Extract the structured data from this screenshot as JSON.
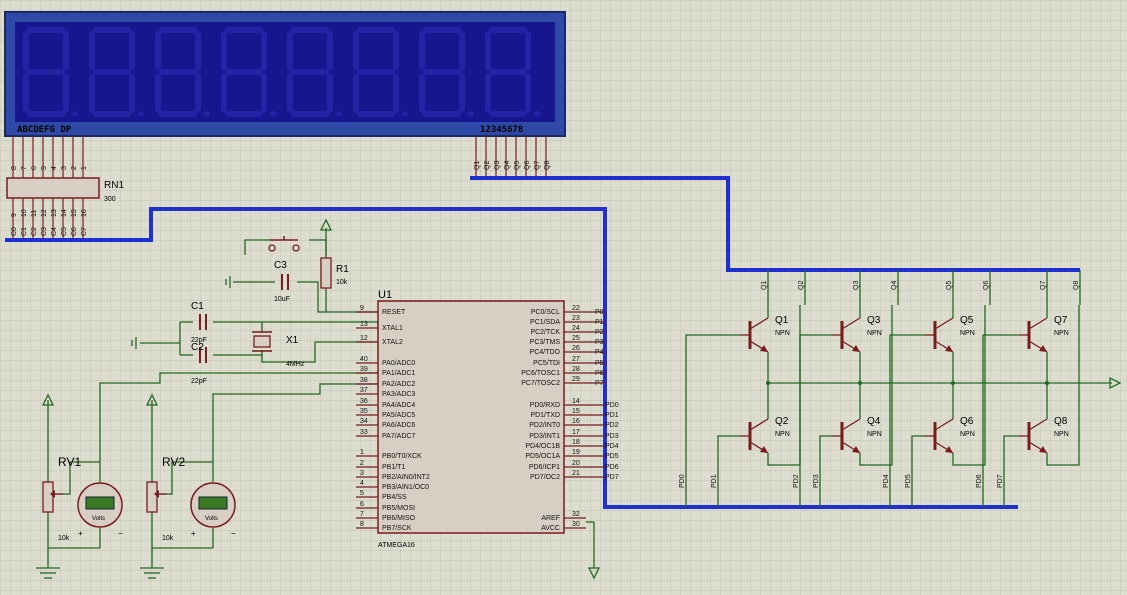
{
  "lcd": {
    "segments_label": "ABCDEFG DP",
    "digits_label": "12345678",
    "seg_pins": [
      "8",
      "7",
      "6",
      "5",
      "4",
      "3",
      "2",
      "1"
    ],
    "digit_pins": [
      "Q1",
      "Q2",
      "Q3",
      "Q4",
      "Q5",
      "Q6",
      "Q7",
      "Q8"
    ]
  },
  "rn1": {
    "ref": "RN1",
    "value": "300",
    "top_pins": [
      "8",
      "7",
      "6",
      "5",
      "4",
      "3",
      "2",
      "1"
    ],
    "bottom_pins": [
      "9",
      "10",
      "11",
      "12",
      "13",
      "14",
      "15",
      "16"
    ],
    "net_labels": [
      "C0",
      "C1",
      "C2",
      "C3",
      "C4",
      "C5",
      "C6",
      "C7"
    ]
  },
  "c3": {
    "ref": "C3",
    "value": "10uF"
  },
  "r1": {
    "ref": "R1",
    "value": "10k"
  },
  "c1": {
    "ref": "C1",
    "value": "22pF"
  },
  "c2": {
    "ref": "C2",
    "value": "22pF"
  },
  "x1": {
    "ref": "X1",
    "value": "4MHz"
  },
  "rv1": {
    "ref": "RV1",
    "value": "10k"
  },
  "rv2": {
    "ref": "RV2",
    "value": "10k"
  },
  "voltmeter_label": "Volts",
  "u1": {
    "ref": "U1",
    "part": "ATMEGA16",
    "left_pins": [
      {
        "num": "9",
        "name": "RESET"
      },
      {
        "num": "13",
        "name": "XTAL1"
      },
      {
        "num": "12",
        "name": "XTAL2"
      },
      {
        "num": "40",
        "name": "PA0/ADC0"
      },
      {
        "num": "39",
        "name": "PA1/ADC1"
      },
      {
        "num": "38",
        "name": "PA2/ADC2"
      },
      {
        "num": "37",
        "name": "PA3/ADC3"
      },
      {
        "num": "36",
        "name": "PA4/ADC4"
      },
      {
        "num": "35",
        "name": "PA5/ADC5"
      },
      {
        "num": "34",
        "name": "PA6/ADC6"
      },
      {
        "num": "33",
        "name": "PA7/ADC7"
      },
      {
        "num": "1",
        "name": "PB0/T0/XCK"
      },
      {
        "num": "2",
        "name": "PB1/T1"
      },
      {
        "num": "3",
        "name": "PB2/AIN0/INT2"
      },
      {
        "num": "4",
        "name": "PB3/AIN1/OC0"
      },
      {
        "num": "5",
        "name": "PB4/SS"
      },
      {
        "num": "6",
        "name": "PB5/MOSI"
      },
      {
        "num": "7",
        "name": "PB6/MISO"
      },
      {
        "num": "8",
        "name": "PB7/SCK"
      }
    ],
    "right_pins_c": [
      {
        "num": "22",
        "name": "PC0/SCL",
        "net": "P0"
      },
      {
        "num": "23",
        "name": "PC1/SDA",
        "net": "P1"
      },
      {
        "num": "24",
        "name": "PC2/TCK",
        "net": "P2"
      },
      {
        "num": "25",
        "name": "PC3/TMS",
        "net": "P3"
      },
      {
        "num": "26",
        "name": "PC4/TDO",
        "net": "P4"
      },
      {
        "num": "27",
        "name": "PC5/TDI",
        "net": "P5"
      },
      {
        "num": "28",
        "name": "PC6/TOSC1",
        "net": "P6"
      },
      {
        "num": "29",
        "name": "PC7/TOSC2",
        "net": "P7"
      }
    ],
    "right_pins_d": [
      {
        "num": "14",
        "name": "PD0/RXD",
        "net": "PD0"
      },
      {
        "num": "15",
        "name": "PD1/TXD",
        "net": "PD1"
      },
      {
        "num": "16",
        "name": "PD2/INT0",
        "net": "PD2"
      },
      {
        "num": "17",
        "name": "PD3/INT1",
        "net": "PD3"
      },
      {
        "num": "18",
        "name": "PD4/OC1B",
        "net": "PD4"
      },
      {
        "num": "19",
        "name": "PD5/OC1A",
        "net": "PD5"
      },
      {
        "num": "20",
        "name": "PD6/ICP1",
        "net": "PD6"
      },
      {
        "num": "21",
        "name": "PD7/OC2",
        "net": "PD7"
      }
    ],
    "right_pins_power": [
      {
        "num": "32",
        "name": "AREF"
      },
      {
        "num": "30",
        "name": "AVCC"
      }
    ]
  },
  "transistor_type": "NPN",
  "transistors": [
    "Q1",
    "Q2",
    "Q3",
    "Q4",
    "Q5",
    "Q6",
    "Q7",
    "Q8"
  ],
  "q_bus_labels": [
    "Q1",
    "Q2",
    "Q3",
    "Q4",
    "Q5",
    "Q6",
    "Q7",
    "Q8"
  ],
  "pd_bus_labels": [
    "PD0",
    "PD1",
    "PD2",
    "PD3",
    "PD4",
    "PD5",
    "PD6",
    "PD7"
  ]
}
